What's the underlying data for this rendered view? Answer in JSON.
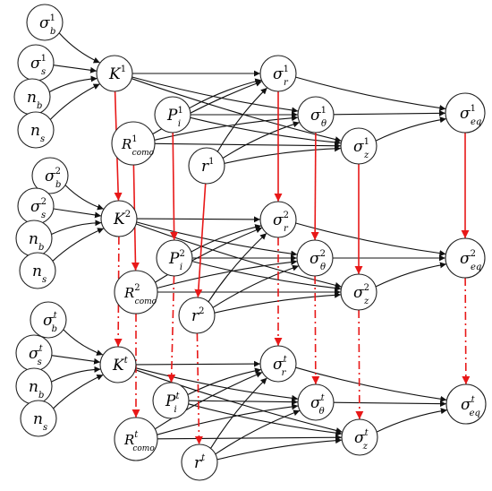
{
  "colors": {
    "black_edge": "#111111",
    "temporal_edge": "#e81818",
    "node_fill": "#ffffff",
    "node_stroke": "#222222"
  },
  "nodes": {
    "sb1": {
      "base": "σ",
      "sup": "1",
      "sub": "b"
    },
    "ss1": {
      "base": "σ",
      "sup": "1",
      "sub": "s"
    },
    "nb1": {
      "base": "n",
      "sup": "",
      "sub": "b"
    },
    "ns1": {
      "base": "n",
      "sup": "",
      "sub": "s"
    },
    "K1": {
      "base": "K",
      "sup": "1",
      "sub": ""
    },
    "Pi1": {
      "base": "P",
      "sup": "1",
      "sub": "i"
    },
    "R1": {
      "base": "R",
      "sup": "1",
      "sub": "como"
    },
    "r1": {
      "base": "r",
      "sup": "1",
      "sub": ""
    },
    "sr1": {
      "base": "σ",
      "sup": "1",
      "sub": "r"
    },
    "st1": {
      "base": "σ",
      "sup": "1",
      "sub": "θ"
    },
    "sz1": {
      "base": "σ",
      "sup": "1",
      "sub": "z"
    },
    "seq1": {
      "base": "σ",
      "sup": "1",
      "sub": "eq"
    },
    "sb2": {
      "base": "σ",
      "sup": "2",
      "sub": "b"
    },
    "ss2": {
      "base": "σ",
      "sup": "2",
      "sub": "s"
    },
    "nb2": {
      "base": "n",
      "sup": "",
      "sub": "b"
    },
    "ns2": {
      "base": "n",
      "sup": "",
      "sub": "s"
    },
    "K2": {
      "base": "K",
      "sup": "2",
      "sub": ""
    },
    "Pi2": {
      "base": "P",
      "sup": "2",
      "sub": "i"
    },
    "R2": {
      "base": "R",
      "sup": "2",
      "sub": "como"
    },
    "r2": {
      "base": "r",
      "sup": "2",
      "sub": ""
    },
    "sr2": {
      "base": "σ",
      "sup": "2",
      "sub": "r"
    },
    "st2": {
      "base": "σ",
      "sup": "2",
      "sub": "θ"
    },
    "sz2": {
      "base": "σ",
      "sup": "2",
      "sub": "z"
    },
    "seq2": {
      "base": "σ",
      "sup": "2",
      "sub": "eq"
    },
    "sbt": {
      "base": "σ",
      "sup": "t",
      "sub": "b"
    },
    "sst": {
      "base": "σ",
      "sup": "t",
      "sub": "s"
    },
    "nbt": {
      "base": "n",
      "sup": "",
      "sub": "b"
    },
    "nst": {
      "base": "n",
      "sup": "",
      "sub": "s"
    },
    "Kt": {
      "base": "K",
      "sup": "t",
      "sub": ""
    },
    "Pit": {
      "base": "P",
      "sup": "t",
      "sub": "i"
    },
    "Rt": {
      "base": "R",
      "sup": "t",
      "sub": "como"
    },
    "rt": {
      "base": "r",
      "sup": "t",
      "sub": ""
    },
    "srt": {
      "base": "σ",
      "sup": "t",
      "sub": "r"
    },
    "stt": {
      "base": "σ",
      "sup": "t",
      "sub": "θ"
    },
    "szt": {
      "base": "σ",
      "sup": "t",
      "sub": "z"
    },
    "seqt": {
      "base": "σ",
      "sup": "t",
      "sub": "eq"
    }
  },
  "edges": [
    {
      "from": "sb1",
      "to": "K1",
      "kind": "black"
    },
    {
      "from": "ss1",
      "to": "K1",
      "kind": "black"
    },
    {
      "from": "nb1",
      "to": "K1",
      "kind": "black"
    },
    {
      "from": "ns1",
      "to": "K1",
      "kind": "black"
    },
    {
      "from": "K1",
      "to": "sr1",
      "kind": "black"
    },
    {
      "from": "K1",
      "to": "st1",
      "kind": "black"
    },
    {
      "from": "K1",
      "to": "sz1",
      "kind": "black"
    },
    {
      "from": "Pi1",
      "to": "sr1",
      "kind": "black"
    },
    {
      "from": "Pi1",
      "to": "st1",
      "kind": "black"
    },
    {
      "from": "Pi1",
      "to": "sz1",
      "kind": "black"
    },
    {
      "from": "R1",
      "to": "sr1",
      "kind": "black"
    },
    {
      "from": "R1",
      "to": "st1",
      "kind": "black"
    },
    {
      "from": "R1",
      "to": "sz1",
      "kind": "black"
    },
    {
      "from": "r1",
      "to": "sr1",
      "kind": "black"
    },
    {
      "from": "r1",
      "to": "st1",
      "kind": "black"
    },
    {
      "from": "r1",
      "to": "sz1",
      "kind": "black"
    },
    {
      "from": "sr1",
      "to": "seq1",
      "kind": "black"
    },
    {
      "from": "st1",
      "to": "seq1",
      "kind": "black"
    },
    {
      "from": "sz1",
      "to": "seq1",
      "kind": "black"
    },
    {
      "from": "sb2",
      "to": "K2",
      "kind": "black"
    },
    {
      "from": "ss2",
      "to": "K2",
      "kind": "black"
    },
    {
      "from": "nb2",
      "to": "K2",
      "kind": "black"
    },
    {
      "from": "ns2",
      "to": "K2",
      "kind": "black"
    },
    {
      "from": "K2",
      "to": "sr2",
      "kind": "black"
    },
    {
      "from": "K2",
      "to": "st2",
      "kind": "black"
    },
    {
      "from": "K2",
      "to": "sz2",
      "kind": "black"
    },
    {
      "from": "Pi2",
      "to": "sr2",
      "kind": "black"
    },
    {
      "from": "Pi2",
      "to": "st2",
      "kind": "black"
    },
    {
      "from": "Pi2",
      "to": "sz2",
      "kind": "black"
    },
    {
      "from": "R2",
      "to": "sr2",
      "kind": "black"
    },
    {
      "from": "R2",
      "to": "st2",
      "kind": "black"
    },
    {
      "from": "R2",
      "to": "sz2",
      "kind": "black"
    },
    {
      "from": "r2",
      "to": "sr2",
      "kind": "black"
    },
    {
      "from": "r2",
      "to": "st2",
      "kind": "black"
    },
    {
      "from": "r2",
      "to": "sz2",
      "kind": "black"
    },
    {
      "from": "sr2",
      "to": "seq2",
      "kind": "black"
    },
    {
      "from": "st2",
      "to": "seq2",
      "kind": "black"
    },
    {
      "from": "sz2",
      "to": "seq2",
      "kind": "black"
    },
    {
      "from": "sbt",
      "to": "Kt",
      "kind": "black"
    },
    {
      "from": "sst",
      "to": "Kt",
      "kind": "black"
    },
    {
      "from": "nbt",
      "to": "Kt",
      "kind": "black"
    },
    {
      "from": "nst",
      "to": "Kt",
      "kind": "black"
    },
    {
      "from": "Kt",
      "to": "srt",
      "kind": "black"
    },
    {
      "from": "Kt",
      "to": "stt",
      "kind": "black"
    },
    {
      "from": "Kt",
      "to": "szt",
      "kind": "black"
    },
    {
      "from": "Pit",
      "to": "srt",
      "kind": "black"
    },
    {
      "from": "Pit",
      "to": "stt",
      "kind": "black"
    },
    {
      "from": "Pit",
      "to": "szt",
      "kind": "black"
    },
    {
      "from": "Rt",
      "to": "srt",
      "kind": "black"
    },
    {
      "from": "Rt",
      "to": "stt",
      "kind": "black"
    },
    {
      "from": "Rt",
      "to": "szt",
      "kind": "black"
    },
    {
      "from": "rt",
      "to": "srt",
      "kind": "black"
    },
    {
      "from": "rt",
      "to": "stt",
      "kind": "black"
    },
    {
      "from": "rt",
      "to": "szt",
      "kind": "black"
    },
    {
      "from": "srt",
      "to": "seqt",
      "kind": "black"
    },
    {
      "from": "stt",
      "to": "seqt",
      "kind": "black"
    },
    {
      "from": "szt",
      "to": "seqt",
      "kind": "black"
    },
    {
      "from": "K1",
      "to": "K2",
      "kind": "red"
    },
    {
      "from": "Pi1",
      "to": "Pi2",
      "kind": "red"
    },
    {
      "from": "R1",
      "to": "R2",
      "kind": "red"
    },
    {
      "from": "r1",
      "to": "r2",
      "kind": "red"
    },
    {
      "from": "sr1",
      "to": "sr2",
      "kind": "red"
    },
    {
      "from": "st1",
      "to": "st2",
      "kind": "red"
    },
    {
      "from": "sz1",
      "to": "sz2",
      "kind": "red"
    },
    {
      "from": "seq1",
      "to": "seq2",
      "kind": "red"
    },
    {
      "from": "K2",
      "to": "Kt",
      "kind": "red-dash"
    },
    {
      "from": "Pi2",
      "to": "Pit",
      "kind": "red-dash"
    },
    {
      "from": "R2",
      "to": "Rt",
      "kind": "red-dash"
    },
    {
      "from": "r2",
      "to": "rt",
      "kind": "red-dash"
    },
    {
      "from": "sr2",
      "to": "srt",
      "kind": "red-dash"
    },
    {
      "from": "st2",
      "to": "stt",
      "kind": "red-dash"
    },
    {
      "from": "sz2",
      "to": "szt",
      "kind": "red-dash"
    },
    {
      "from": "seq2",
      "to": "seqt",
      "kind": "red-dash"
    }
  ]
}
